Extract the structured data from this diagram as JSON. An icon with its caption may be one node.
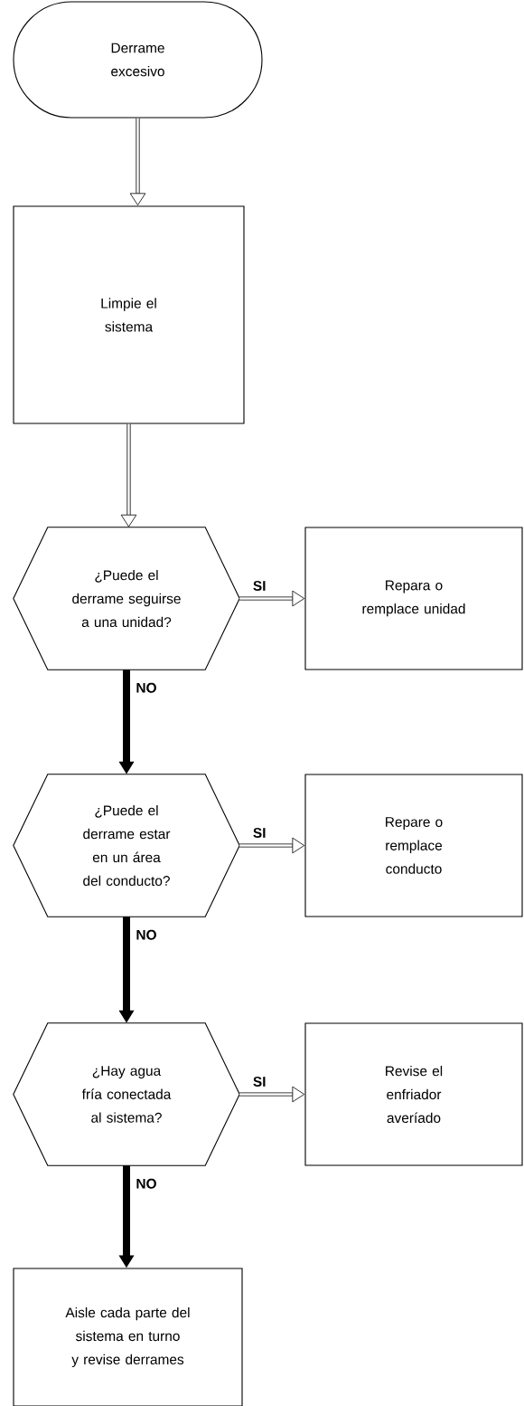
{
  "diagram": {
    "nodes": [
      {
        "text": [
          "Derrame excesivo"
        ]
      },
      {
        "text": [
          "Limpie el sistema"
        ]
      },
      {
        "text": [
          "¿Puede el derrame seguirse a una unidad?"
        ]
      },
      {
        "text": [
          "Repara o remplace unidad"
        ]
      },
      {
        "text": [
          "¿Puede el derrame estar en un área del conducto?"
        ]
      },
      {
        "text": [
          "Repare o remplace conducto"
        ]
      },
      {
        "text": [
          "¿Hay agua fría conectada al sistema?"
        ]
      },
      {
        "text": [
          "Revise el enfriador averíado"
        ]
      },
      {
        "text": [
          "Aisle cada parte del sistema en turno y revise derrames"
        ]
      }
    ],
    "edges": [
      {
        "from": 0,
        "to": 1,
        "arrow": "to"
      },
      {
        "from": 1,
        "to": 2,
        "arrow": "to"
      },
      {
        "from": 2,
        "to": 3,
        "arrow": "to",
        "label": "SI"
      },
      {
        "from": 2,
        "to": 4,
        "arrow": "to",
        "label": "NO",
        "style": "thick"
      },
      {
        "from": 4,
        "to": 5,
        "arrow": "to",
        "label": "SI"
      },
      {
        "from": 4,
        "to": 6,
        "arrow": "to",
        "label": "NO",
        "style": "thick"
      },
      {
        "from": 6,
        "to": 7,
        "arrow": "to",
        "label": "SI"
      },
      {
        "from": 6,
        "to": 8,
        "arrow": "to",
        "label": "NO",
        "style": "thick"
      }
    ]
  }
}
